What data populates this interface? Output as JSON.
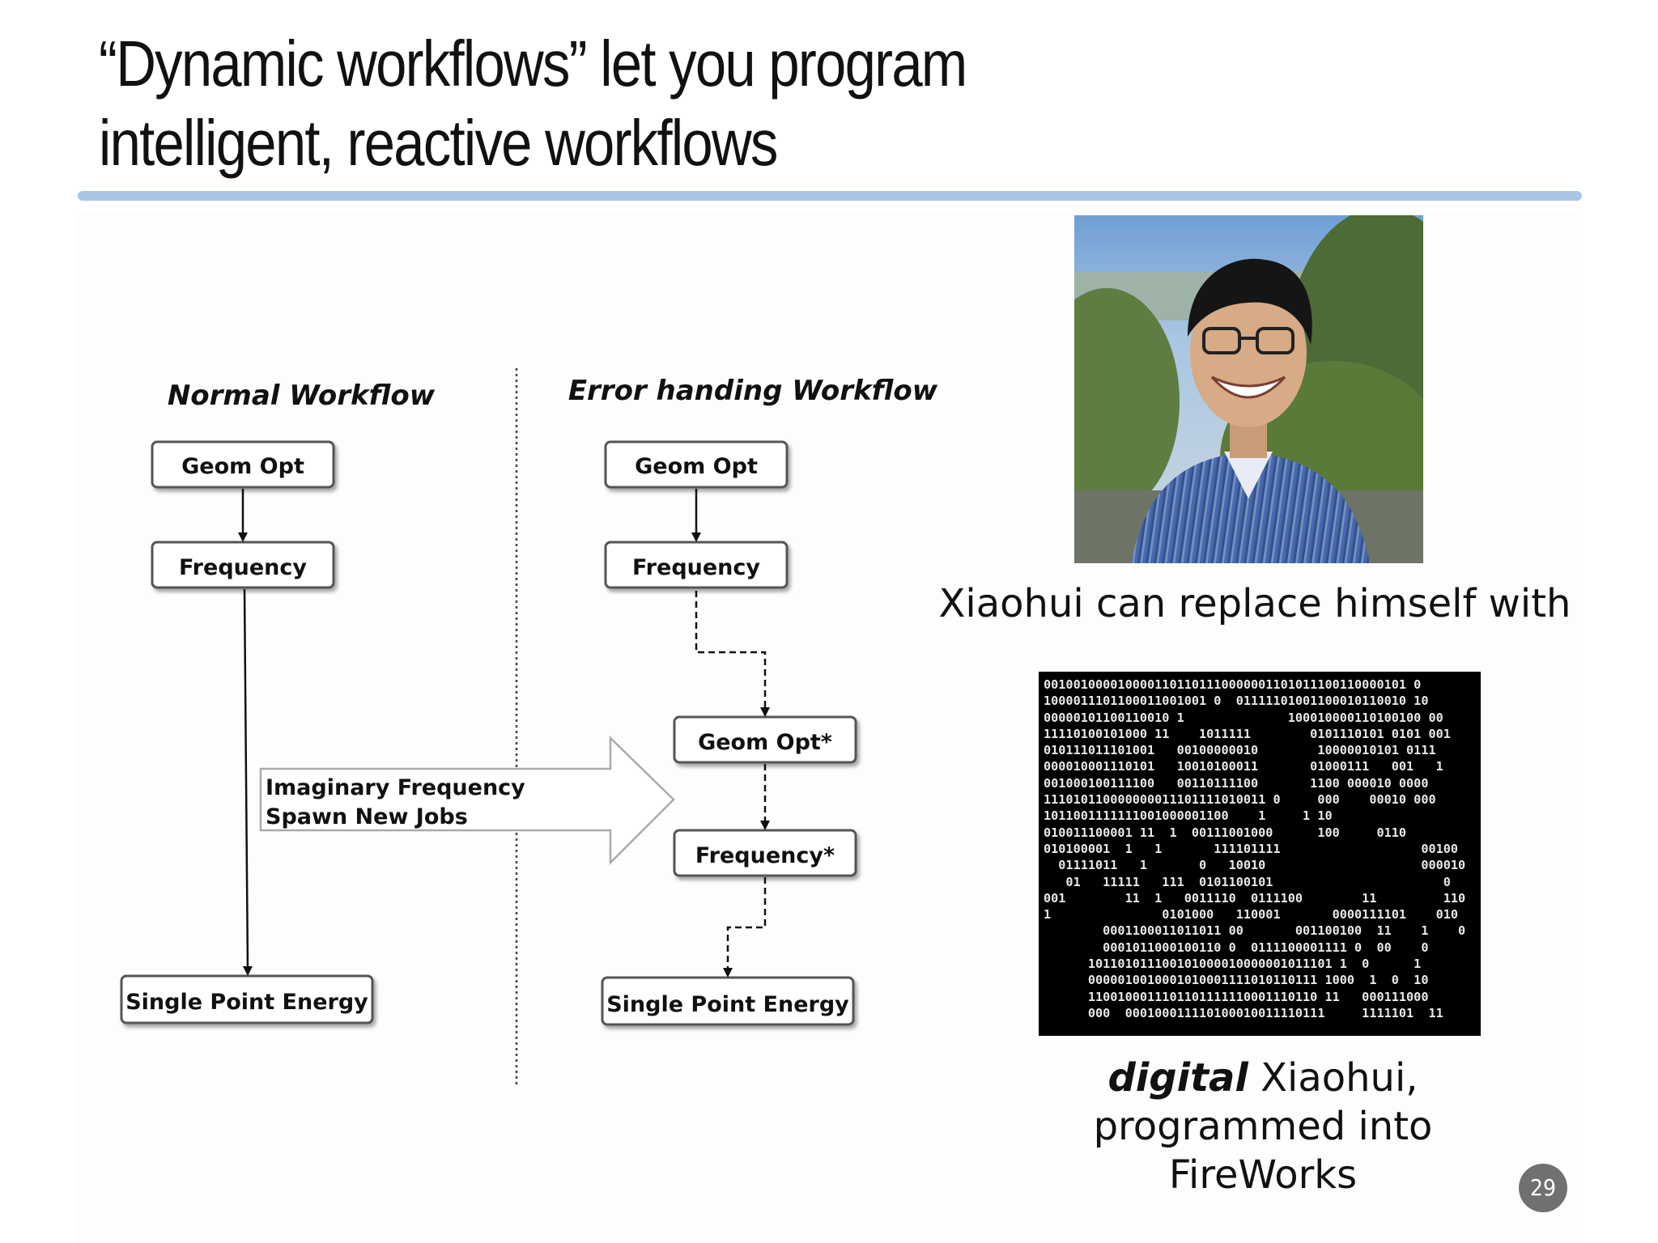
{
  "slide": {
    "title_line1": "“Dynamic workflows” let you program",
    "title_line2": "intelligent, reactive workflows",
    "page_number": "29"
  },
  "diagram": {
    "normal_heading": "Normal Workflow",
    "error_heading": "Error handing Workflow",
    "normal_steps": [
      "Geom Opt",
      "Frequency",
      "Single Point Energy"
    ],
    "error_steps": [
      "Geom Opt",
      "Frequency",
      "Geom Opt*",
      "Frequency*",
      "Single Point Energy"
    ],
    "arrow_line1": "Imaginary Frequency",
    "arrow_line2": "Spawn New Jobs"
  },
  "caption_top": "Xiaohui can replace himself with",
  "caption_bottom": {
    "emph": "digital",
    "rest_line1": " Xiaohui,",
    "line2": "programmed into",
    "line3": "FireWorks"
  },
  "binary_lines": [
    "0010010000100001101101110000001101011100110000101 0",
    "1000011101100011001001 0  01111101001100010110010 10",
    "00000101100110010 1              100010000110100100 00",
    "11110100101000 11    1011111        0101110101 0101 001",
    "010111011101001   00100000010        10000010101 0111",
    "000010001110101   10010100011       01000111   001   1",
    "001000100111100   00110111100       1100 000010 0000",
    "111010110000000011101111010011 0     000    00010 000",
    "1011001111111001000001100    1     1 10",
    "010011100001 11  1  00111001000      100     0110",
    "010100001  1   1       111101111                   00100",
    "  01111011   1       0   10010                     000010",
    "   01   11111   111  0101100101                       0",
    "001        11  1   0011110  0111100        11         110",
    "1               0101000   110001       0000111101    010",
    "        0001100011011011 00       001100100  11    1    0",
    "        0001011000100110 0  0111100001111 0  00    0",
    "      101101011100101000010000001011101 1  0      1",
    "      0000010010001010001111010110111 1000  1  0  10",
    "      1100100011101101111110001110110 11   000111000",
    "      000  000100011110100010011110111     1111101  11"
  ]
}
